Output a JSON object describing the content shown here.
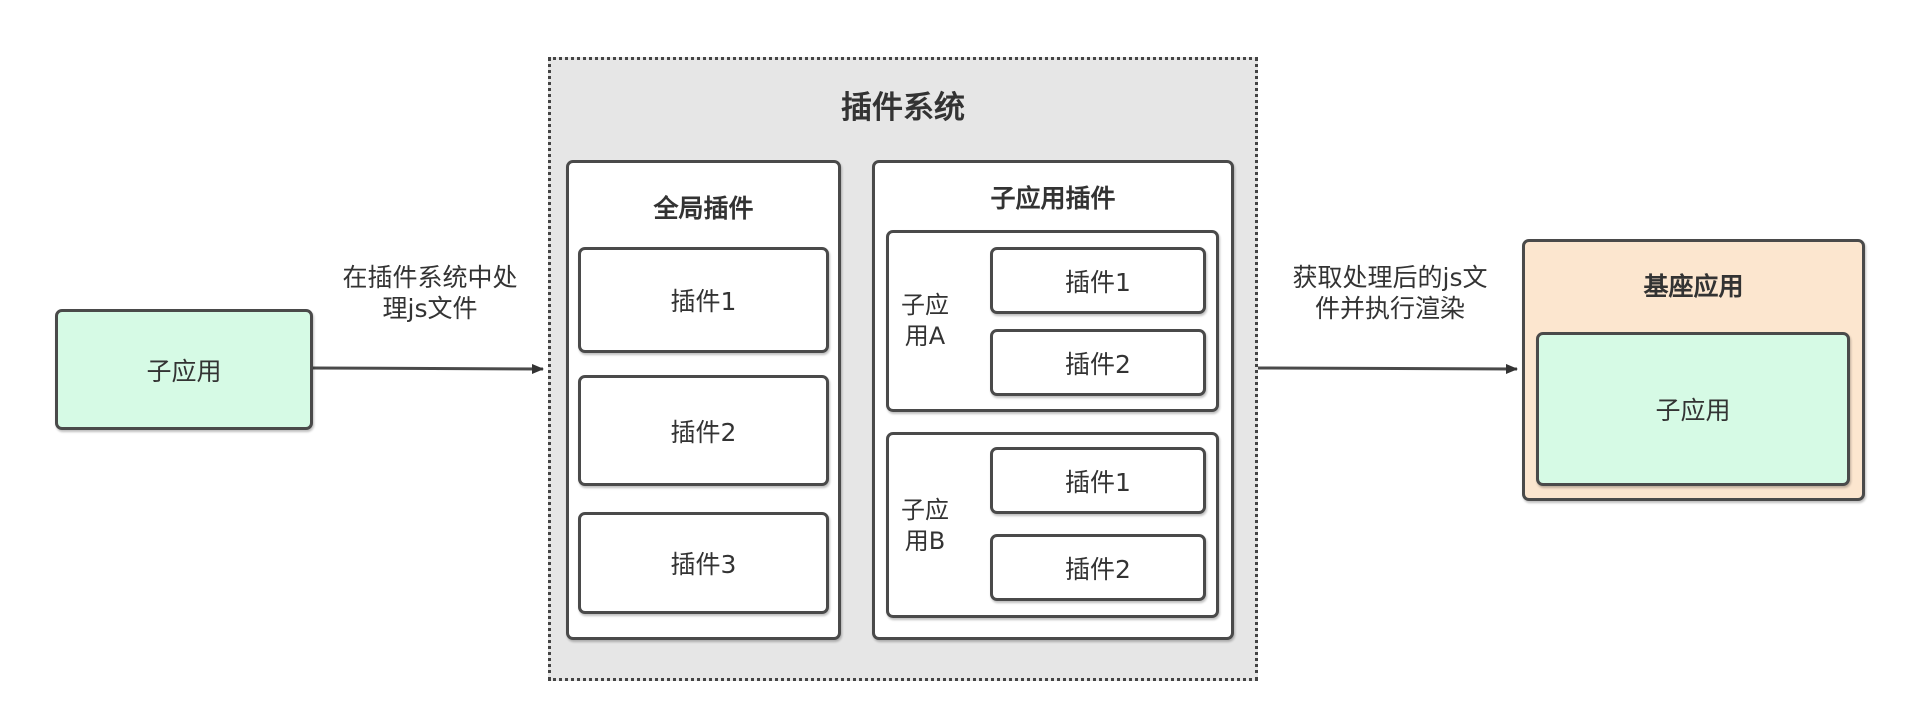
{
  "left_app": {
    "label": "子应用",
    "fill": "#d6fae5"
  },
  "edge_left": {
    "line1": "在插件系统中处",
    "line2": "理js文件"
  },
  "system": {
    "title": "插件系统",
    "fill": "#e6e6e6"
  },
  "global_plugins": {
    "title": "全局插件",
    "items": [
      "插件1",
      "插件2",
      "插件3"
    ]
  },
  "sub_plugins": {
    "title": "子应用插件",
    "groups": [
      {
        "label_line1": "子应",
        "label_line2": "用A",
        "items": [
          "插件1",
          "插件2"
        ]
      },
      {
        "label_line1": "子应",
        "label_line2": "用B",
        "items": [
          "插件1",
          "插件2"
        ]
      }
    ]
  },
  "edge_right": {
    "line1": "获取处理后的js文",
    "line2": "件并执行渲染"
  },
  "base_app": {
    "title": "基座应用",
    "fill": "#fce6cf",
    "inner_label": "子应用",
    "inner_fill": "#d6fae5"
  }
}
